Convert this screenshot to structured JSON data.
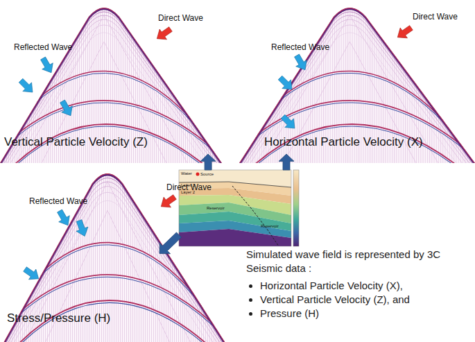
{
  "diagram": {
    "nodes": [
      {
        "text": [
          "Direct Wave",
          "Reflected Wave",
          "Vertical Particle Velocity (Z)"
        ]
      },
      {
        "text": [
          "Direct Wave",
          "Reflected Wave",
          "Horizontal Particle Velocity (X)"
        ]
      },
      {
        "text": [
          "Water",
          "Source",
          "Layer 1",
          "Layer 2",
          "Reservoir",
          "Reservoir"
        ]
      },
      {
        "text": [
          "Direct Wave",
          "Reflected Wave",
          "Stress/Pressure (H)"
        ]
      }
    ],
    "edges": [
      {
        "from": 2,
        "to": 0,
        "arrow": "to"
      },
      {
        "from": 2,
        "to": 1,
        "arrow": "to"
      },
      {
        "from": 2,
        "to": 3,
        "arrow": "to"
      }
    ],
    "labels": [
      "Simulated wave field is represented by 3C Seismic data :",
      "Horizontal Particle Velocity (X),",
      "Vertical Particle Velocity (Z), and",
      "Pressure (H)"
    ]
  }
}
